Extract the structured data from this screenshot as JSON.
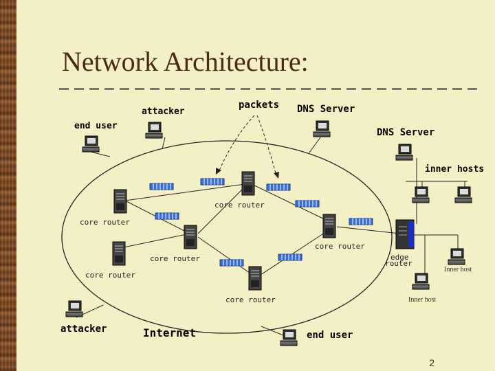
{
  "slide": {
    "title": "Network Architecture:",
    "page_number": "2"
  },
  "labels": {
    "packets": "packets",
    "attacker_top": "attacker",
    "end_user_top": "end user",
    "dns_server_1": "DNS Server",
    "dns_server_2": "DNS Server",
    "inner_hosts": "inner hosts",
    "core_router_center": "core router",
    "core_router_left": "core router",
    "core_router_right": "core router",
    "core_router_mid": "core router",
    "core_router_lowleft": "core router",
    "core_router_bottom": "core router",
    "edge_router_1": "edge",
    "edge_router_2": "router",
    "inner_host_1": "Inner host",
    "inner_host_2": "Inner host",
    "attacker_bottom": "attacker",
    "internet": "Internet",
    "end_user_bottom": "end user"
  },
  "colors": {
    "background": "#f4f0c6",
    "title": "#4a2a10",
    "packet": "#3a6fd8",
    "edge_router": "#1a2fbf"
  }
}
